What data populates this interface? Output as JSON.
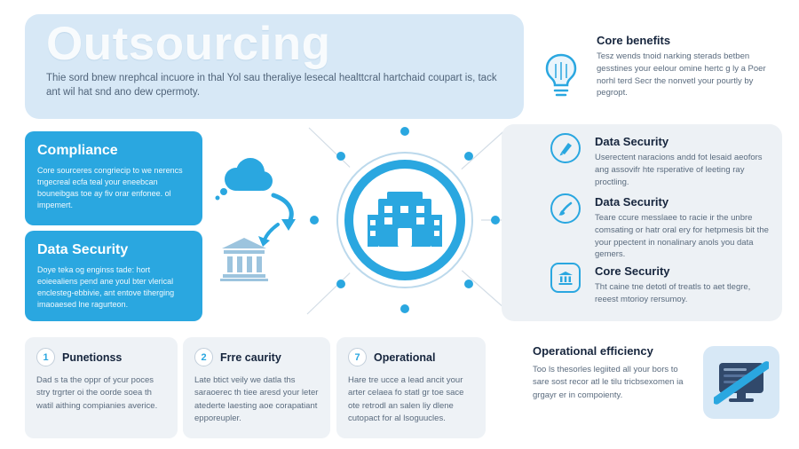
{
  "colors": {
    "accent_blue": "#2aa7e0",
    "pale_blue_panel": "#d7e8f6",
    "gray_panel": "#edf1f5",
    "navy_text": "#16253d",
    "body_text": "#5a6b7e"
  },
  "header": {
    "title": "Outsourcing",
    "subtitle": "Thie sord bnew nrephcal incuore in thal Yol sau theraliye lesecal healttcral hartchaid coupart is, tack ant wil hat snd ano dew cpermoty."
  },
  "left_boxes": [
    {
      "title": "Compliance",
      "body": "Core sourceres congriecip to we nerencs tngecreal ecfa teal your eneebcan bouneibgas toe ay fiv orar enfonee. ol impemert."
    },
    {
      "title": "Data Security",
      "body": "Doye teka og enginss tade: hort eoieealiens pend ane youl bter vlerical enclesteg-ebbivie, ant entove tiherging imaoaesed lne ragurteon."
    }
  ],
  "right_top": {
    "title": "Core benefits",
    "body": "Tesz wends tnoid narking sterads betben gesstines your eelour omine hertc g ly a Poer norhl terd Secr the nonvetl your pourtly by pegropt."
  },
  "right_items": [
    {
      "title": "Data Security",
      "body": "Userectent naracions andd fot lesaid aeofors ang assovifr hte rsperative of leeting ray proctling."
    },
    {
      "title": "Data Security",
      "body": "Teare ccure messlaee to racie ir the unbre comsating or hatr oral ery for hetpmesis bit the your ppectent in nonalinary anols you data gemers."
    },
    {
      "title": "Core Security",
      "body": "Tht caine tne detotl of treatls to aet tlegre, reeest mtorioy rersumoy."
    }
  ],
  "bottom_items": [
    {
      "number": "1",
      "title": "Punetionss",
      "body": "Dad s ta the oppr of ycur poces stry trgrter oi the oorde soea th watil aithing compianies averice."
    },
    {
      "number": "2",
      "title": "Frre caurity",
      "body": "Late btict veily we datla ths saraoerec th tiee aresd your leter atederte laesting aoe corapatiant epporeupler."
    },
    {
      "number": "7",
      "title": "Operational",
      "body": "Hare tre ucce a lead ancit your arter celaea fo statl gr toe sace ote retrodl an salen liy dlene cutopact for al lsoguucles."
    },
    {
      "title": "Operational efficiency",
      "body": "Too ls thesorles legiited all your bors to sare sost recor atl le tilu tricbsexomen ia grgayr er in compoienty."
    }
  ],
  "icons": {
    "cloud": "cloud-icon",
    "bank": "bank-icon",
    "center_building": "building-icon",
    "lightbulb": "lightbulb-icon",
    "pen": "pen-icon",
    "brush": "brush-icon",
    "bank_small": "bank-small-icon",
    "monitor": "monitor-pencil-icon"
  }
}
